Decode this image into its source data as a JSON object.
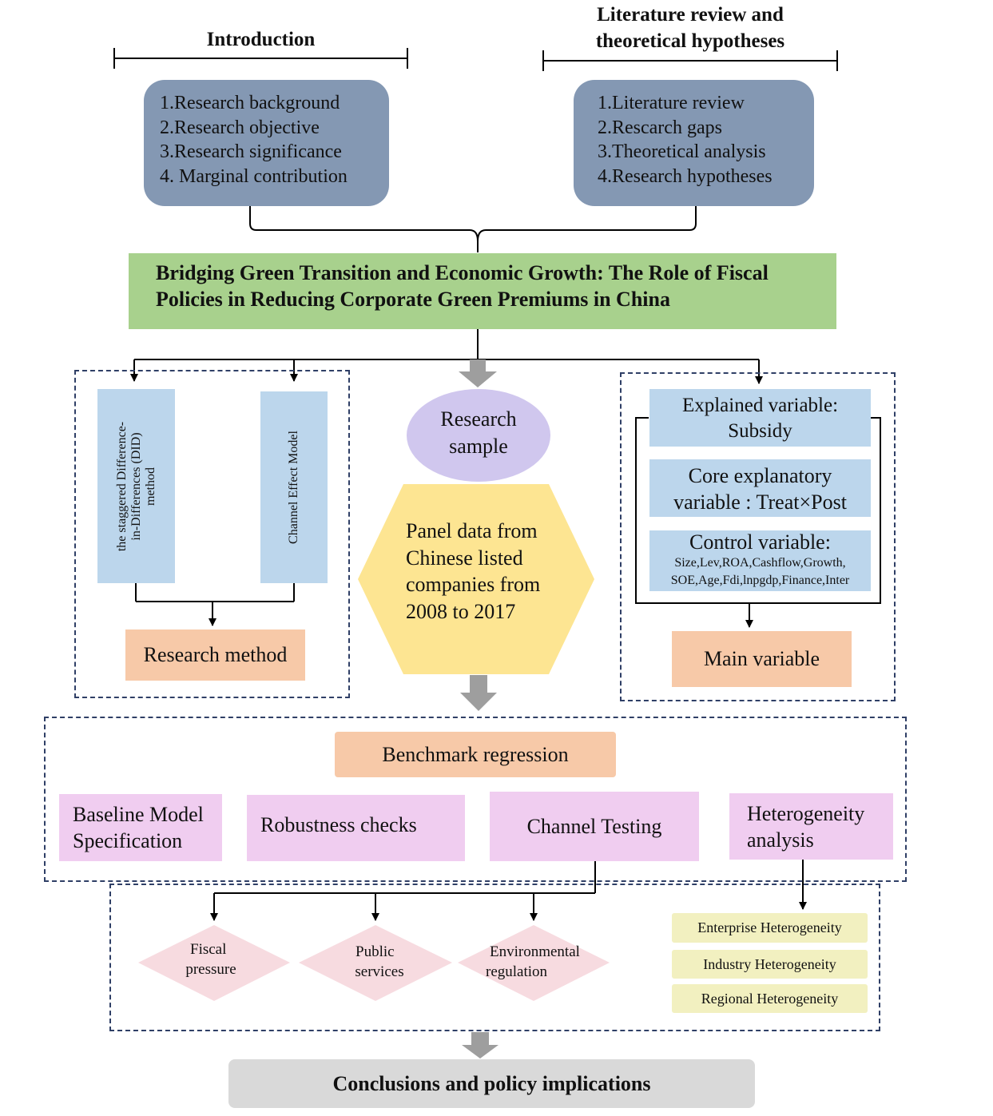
{
  "introduction": {
    "heading": "Introduction",
    "items": [
      "1.Research background",
      "2.Research objective",
      "3.Research significance",
      "4. Marginal contribution"
    ]
  },
  "literature": {
    "heading_line1": "Literature review and",
    "heading_line2": "theoretical hypotheses",
    "items": [
      "1.Literature review",
      "2.Rescarch gaps",
      "3.Theoretical analysis",
      "4.Research hypotheses"
    ]
  },
  "title": {
    "line1": "Bridging Green Transition and Economic Growth: The Role of Fiscal",
    "line2": "Policies in Reducing Corporate Green Premiums in China"
  },
  "method": {
    "did_line1": "the staggered Difference-",
    "did_line2": "in-Differences (DID)",
    "did_line3": "method",
    "channel_model": "Channel Effect Model",
    "label": "Research method"
  },
  "sample": {
    "label_line1": "Research",
    "label_line2": "sample",
    "panel": [
      "Panel data from",
      "Chinese listed",
      "companies from",
      "2008 to 2017"
    ]
  },
  "variables": {
    "explained_line1": "Explained variable:",
    "explained_line2": "Subsidy",
    "core_line1": "Core explanatory",
    "core_line2": "variable : Treat×Post",
    "control_title": "Control variable:",
    "control_line1": "Size,Lev,ROA,Cashflow,Growth,",
    "control_line2": "SOE,Age,Fdi,lnpgdp,Finance,Inter",
    "label": "Main variable"
  },
  "regression": {
    "benchmark": "Benchmark regression",
    "baseline_line1": "Baseline Model",
    "baseline_line2": "Specification",
    "robustness": "Robustness checks",
    "channel": "Channel Testing",
    "hetero_line1": "Heterogeneity",
    "hetero_line2": "analysis"
  },
  "channels": {
    "fiscal_line1": "Fiscal",
    "fiscal_line2": "pressure",
    "public_line1": "Public",
    "public_line2": "services",
    "env_line1": "Environmental",
    "env_line2": "regulation"
  },
  "heterogeneity": {
    "enterprise": "Enterprise Heterogeneity",
    "industry": "Industry Heterogeneity",
    "regional": "Regional Heterogeneity"
  },
  "conclusion": "Conclusions and policy implications",
  "colors": {
    "slate_blue": "#8498b3",
    "green": "#a8d18d",
    "light_blue": "#bcd6ec",
    "peach": "#f7c9a8",
    "lavender": "#d0c7ee",
    "yellow": "#fde592",
    "pink": "#f0cdf0",
    "rose": "#f7dbe0",
    "pale_yellow": "#f2f0c0",
    "gray": "#d9d9d9"
  }
}
